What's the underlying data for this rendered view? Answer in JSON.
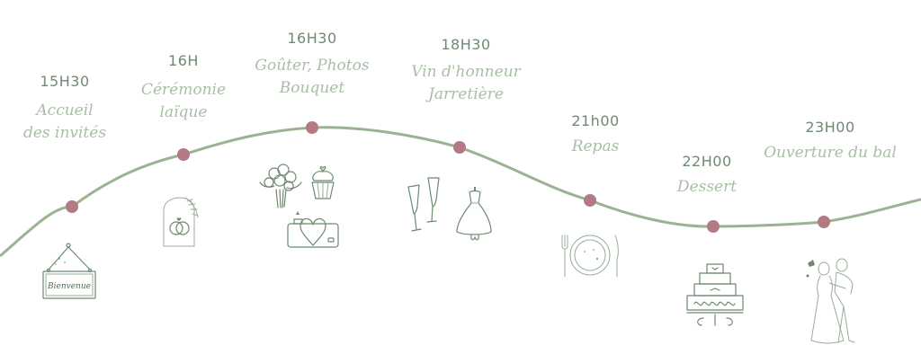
{
  "colors": {
    "curve": "#9bb392",
    "marker": "#b37a83",
    "time_text": "#6f8a72",
    "label_text": "#a9bea6",
    "illustration": "#6c8a70"
  },
  "events": [
    {
      "time": "15H30",
      "label_lines": [
        "Accueil",
        "des invités"
      ],
      "icon": "welcome-sign-icon",
      "sign_text": "Bienvenue"
    },
    {
      "time": "16H",
      "label_lines": [
        "Cérémonie",
        "laïque"
      ],
      "icon": "wedding-rings-arch-icon"
    },
    {
      "time": "16H30",
      "label_lines": [
        "Goûter, Photos",
        "Bouquet"
      ],
      "icon": "bouquet-cupcake-camera-icon"
    },
    {
      "time": "18H30",
      "label_lines": [
        "Vin d'honneur",
        "Jarretière"
      ],
      "icon": "champagne-dress-icon"
    },
    {
      "time": "21h00",
      "label_lines": [
        "Repas"
      ],
      "icon": "plate-cutlery-icon"
    },
    {
      "time": "22H00",
      "label_lines": [
        "Dessert"
      ],
      "icon": "wedding-cake-icon"
    },
    {
      "time": "23H00",
      "label_lines": [
        "Ouverture du bal"
      ],
      "icon": "dancing-couple-icon"
    }
  ]
}
